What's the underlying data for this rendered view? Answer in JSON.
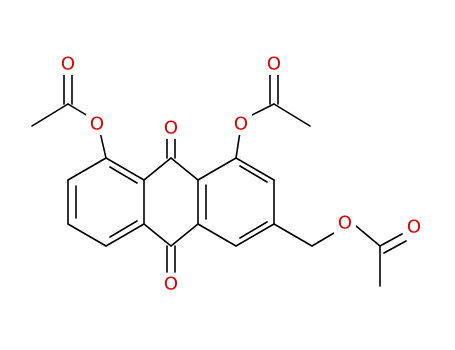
{
  "molecule": {
    "atoms": {
      "o_carbonyl_top": "O",
      "o_carbonyl_bottom": "O",
      "o_ester_left": "O",
      "o_keto_left": "O",
      "o_ester_right": "O",
      "o_keto_right": "O",
      "o_ester_chain": "O",
      "o_keto_chain": "O"
    },
    "colors": {
      "bond": "#000000",
      "oxygen": "#e00000",
      "background": "#ffffff"
    }
  }
}
